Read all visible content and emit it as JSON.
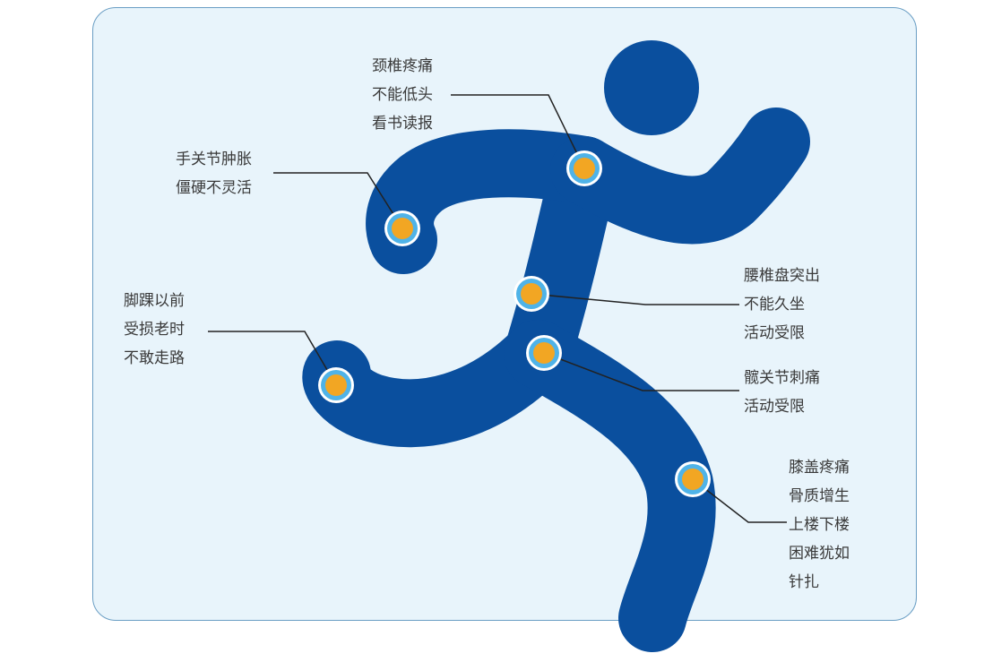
{
  "annotations": [
    {
      "id": "neck",
      "lines": [
        "颈椎疼痛",
        "不能低头",
        "看书读报"
      ]
    },
    {
      "id": "hand",
      "lines": [
        "手关节肿胀",
        "僵硬不灵活"
      ]
    },
    {
      "id": "lumbar",
      "lines": [
        "腰椎盘突出",
        "不能久坐",
        "活动受限"
      ]
    },
    {
      "id": "ankle",
      "lines": [
        "脚踝以前",
        "受损老时",
        "不敢走路"
      ]
    },
    {
      "id": "hip",
      "lines": [
        "髋关节刺痛",
        "活动受限"
      ]
    },
    {
      "id": "knee",
      "lines": [
        "膝盖疼痛",
        "骨质增生",
        "上楼下楼",
        "困难犹如",
        "针扎"
      ]
    }
  ],
  "colors": {
    "figure": "#0a4f9e",
    "marker_fill": "#f2a623",
    "marker_ring": "#4fb3e8",
    "panel_bg": "#e8f4fb",
    "panel_border": "#6a9ec4",
    "leader_line": "#222222",
    "text": "#3a3a3a"
  }
}
